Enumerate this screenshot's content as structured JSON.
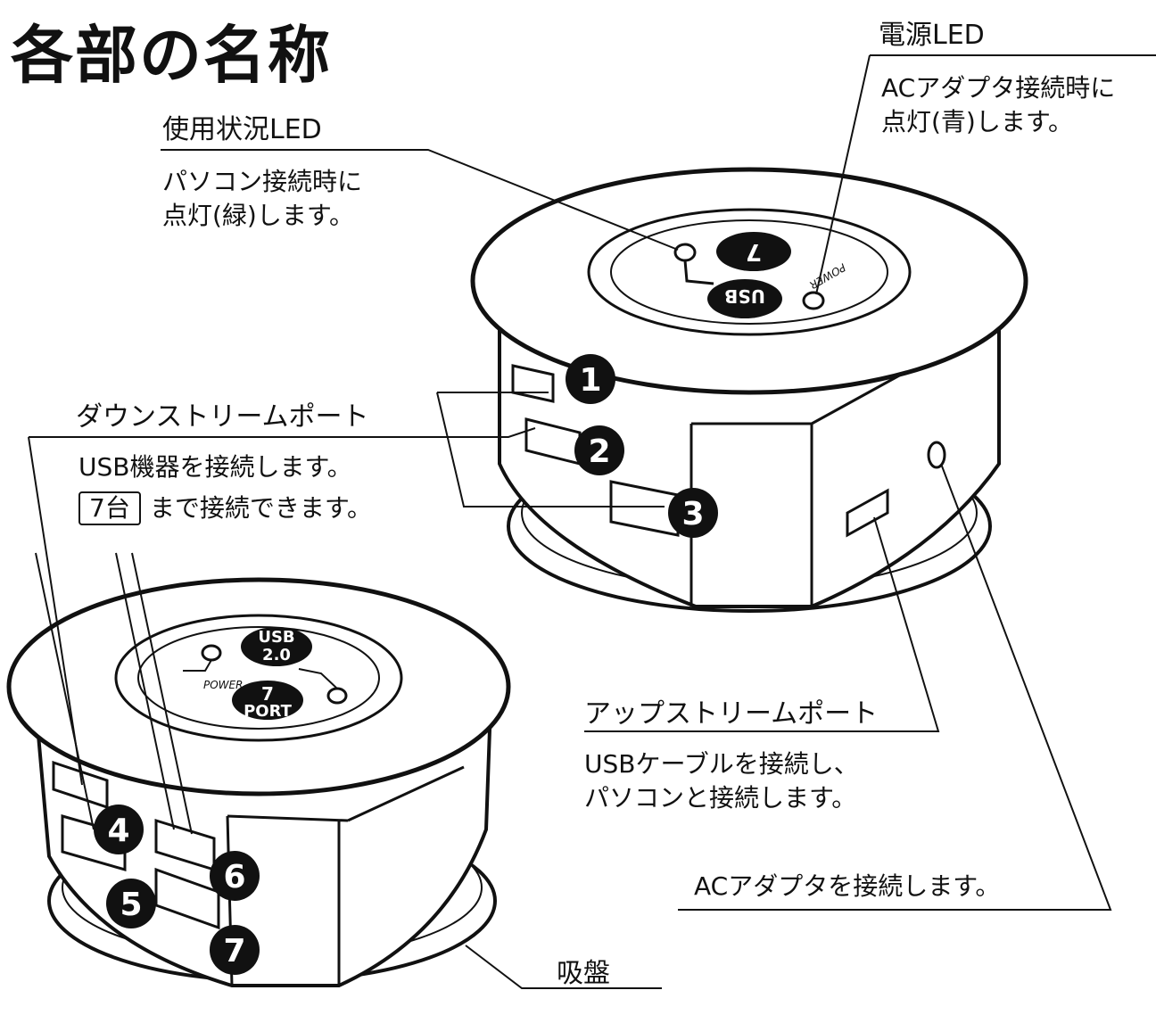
{
  "title": "各部の名称",
  "power_led": {
    "label": "電源LED",
    "desc_line1": "ACアダプタ接続時に",
    "desc_line2": "点灯(青)します。"
  },
  "usage_led": {
    "label": "使用状況LED",
    "desc_line1": "パソコン接続時に",
    "desc_line2": "点灯(緑)します。"
  },
  "downstream": {
    "label": "ダウンストリームポート",
    "desc_line1": "USB機器を接続します。",
    "count_box": "7台",
    "desc_line2": "まで接続できます。"
  },
  "upstream": {
    "label": "アップストリームポート",
    "desc_line1": "USBケーブルを接続し、",
    "desc_line2": "パソコンと接続します。"
  },
  "ac_adapter": {
    "label": "ACアダプタを接続します。"
  },
  "suction": {
    "label": "吸盤"
  },
  "ports": [
    "1",
    "2",
    "3",
    "4",
    "5",
    "6",
    "7"
  ],
  "hub_top_text": {
    "usb": "USB",
    "ver": "2.0",
    "num": "7",
    "port": "PORT",
    "power": "POWER"
  }
}
